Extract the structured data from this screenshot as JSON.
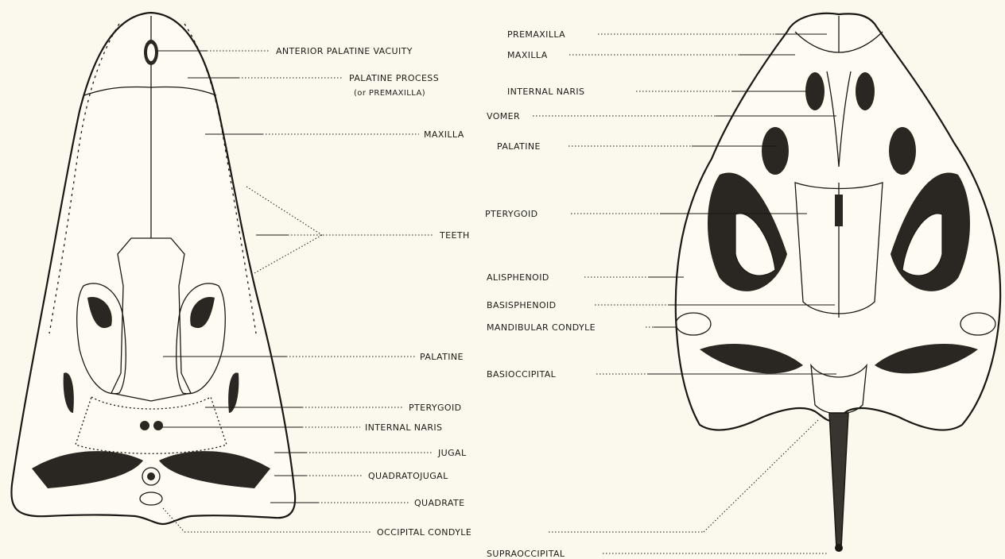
{
  "left_labels": {
    "anterior_palatine_vacuity": "ANTERIOR PALATINE VACUITY",
    "palatine_process_1": "PALATINE PROCESS",
    "palatine_process_2": "(or PREMAXILLA)",
    "maxilla": "MAXILLA",
    "teeth": "TEETH",
    "palatine": "PALATINE",
    "pterygoid": "PTERYGOID",
    "internal_naris": "INTERNAL NARIS",
    "jugal": "JUGAL",
    "quadratojugal": "QUADRATOJUGAL",
    "quadrate": "QUADRATE",
    "occipital_condyle": "OCCIPITAL CONDYLE"
  },
  "right_labels": {
    "premaxilla": "PREMAXILLA",
    "maxilla": "MAXILLA",
    "internal_naris": "INTERNAL NARIS",
    "vomer": "VOMER",
    "palatine": "PALATINE",
    "pterygoid": "PTERYGOID",
    "alisphenoid": "ALISPHENOID",
    "basisphenoid": "BASISPHENOID",
    "mandibular_condyle": "MANDIBULAR CONDYLE",
    "basioccipital": "BASIOCCIPITAL",
    "supraoccipital": "SUPRAOCCIPITAL"
  }
}
